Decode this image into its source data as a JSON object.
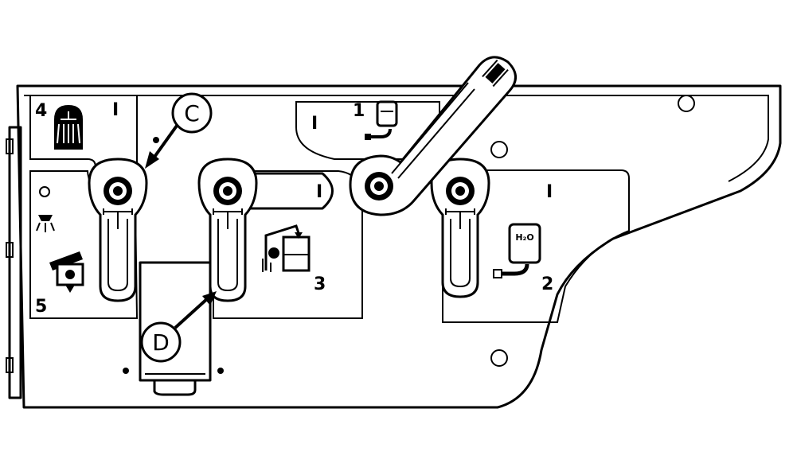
{
  "valves": [
    {
      "number": "1",
      "position_mark": "I"
    },
    {
      "number": "2",
      "position_mark": "I"
    },
    {
      "number": "3",
      "position_mark": "I"
    },
    {
      "number": "4",
      "position_mark": "I"
    },
    {
      "number": "5",
      "position_mark": ""
    }
  ],
  "callouts": {
    "c": "C",
    "d": "D"
  },
  "icons": {
    "chem": "H₂O"
  }
}
